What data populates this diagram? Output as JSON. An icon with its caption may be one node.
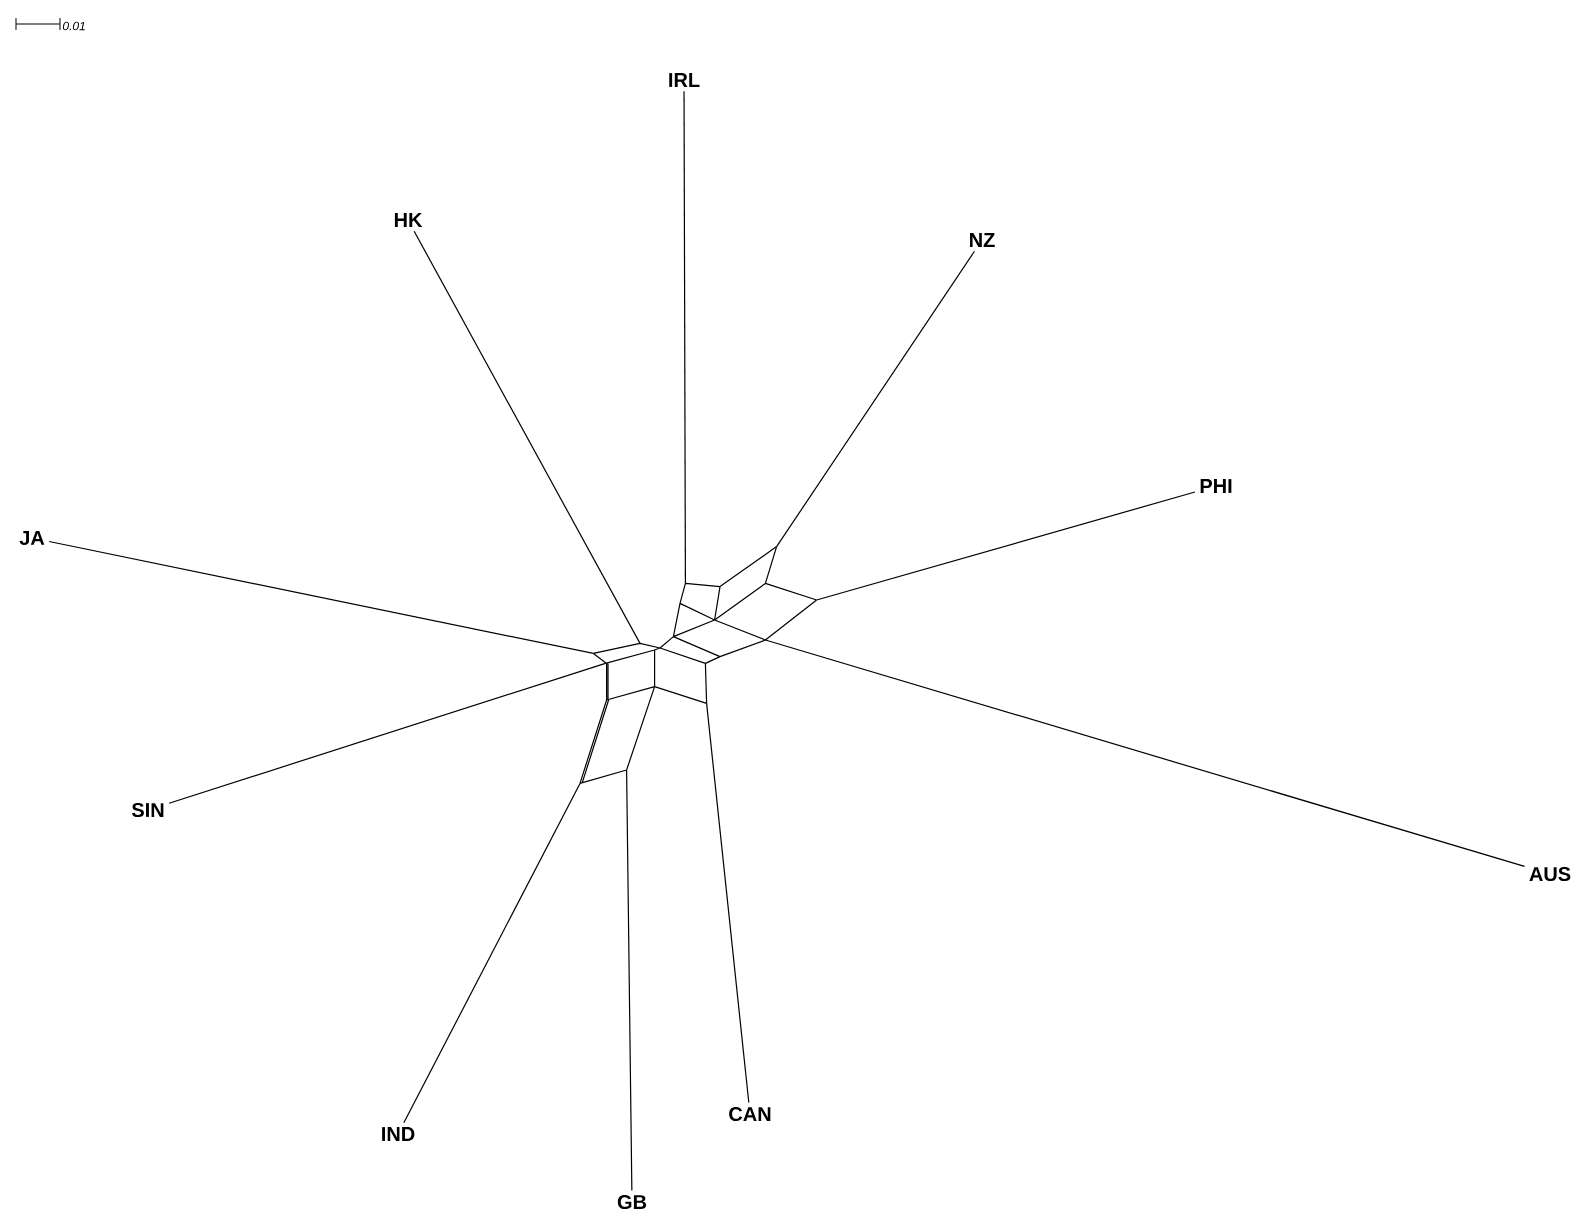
{
  "diagram": {
    "nodes": [
      {
        "text": [
          "IRL"
        ]
      },
      {
        "text": [
          "HK"
        ]
      },
      {
        "text": [
          "NZ"
        ]
      },
      {
        "text": [
          "JA"
        ]
      },
      {
        "text": [
          "PHI"
        ]
      },
      {
        "text": [
          "SIN"
        ]
      },
      {
        "text": [
          "AUS"
        ]
      },
      {
        "text": [
          "CAN"
        ]
      },
      {
        "text": [
          "IND"
        ]
      },
      {
        "text": [
          "GB"
        ]
      },
      {
        "text": [],
        "shape": "picture"
      }
    ],
    "edges": [
      {
        "from": 0,
        "to": 10,
        "arrow": "none"
      },
      {
        "from": 1,
        "to": 10,
        "arrow": "none"
      },
      {
        "from": 2,
        "to": 10,
        "arrow": "none"
      },
      {
        "from": 3,
        "to": 10,
        "arrow": "none"
      },
      {
        "from": 4,
        "to": 10,
        "arrow": "none"
      },
      {
        "from": 5,
        "to": 10,
        "arrow": "none"
      },
      {
        "from": 6,
        "to": 10,
        "arrow": "none"
      },
      {
        "from": 7,
        "to": 10,
        "arrow": "none"
      },
      {
        "from": 8,
        "to": 10,
        "arrow": "none"
      },
      {
        "from": 9,
        "to": 10,
        "arrow": "none"
      }
    ],
    "labels": [
      "0.01"
    ]
  }
}
